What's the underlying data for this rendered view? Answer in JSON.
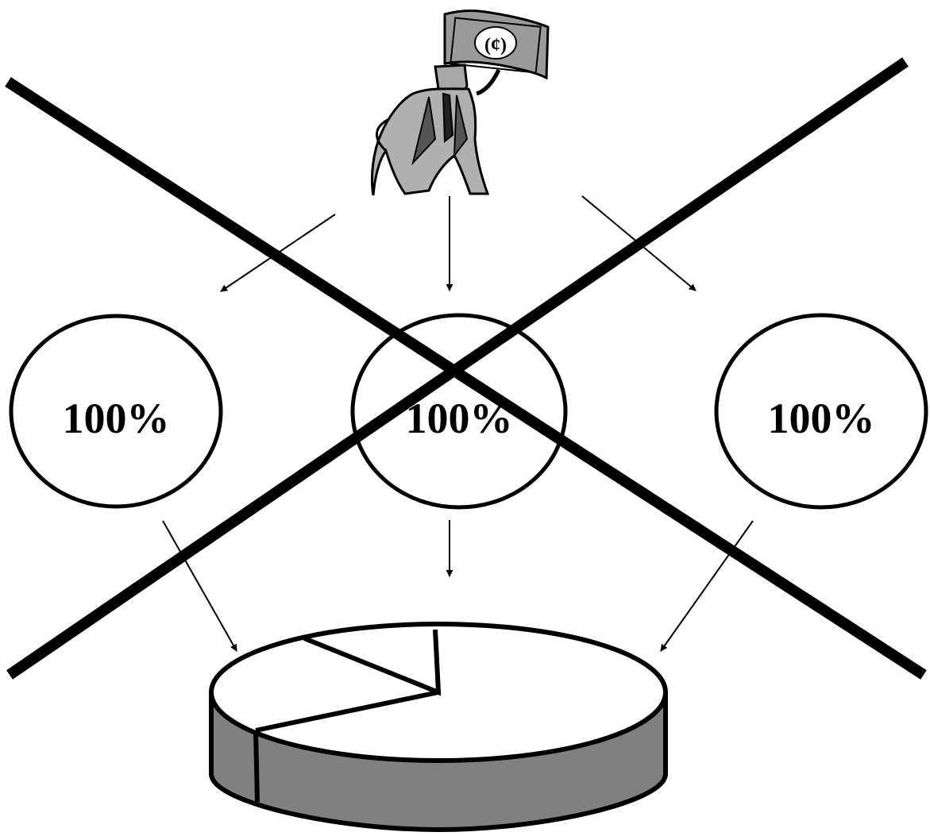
{
  "diagram": {
    "circles": [
      {
        "label": "100%"
      },
      {
        "label": "100%"
      },
      {
        "label": "100%"
      }
    ]
  },
  "colors": {
    "ink": "#000000",
    "paper": "#ffffff",
    "pie_side": "#808080",
    "clipart_gray": "#a0a0a0",
    "clipart_dark": "#4a4a4a"
  },
  "icons": {
    "clipart": "man-with-money-flag-icon",
    "pie": "3d-pie-chart-icon",
    "cross": "crossed-out-x"
  }
}
